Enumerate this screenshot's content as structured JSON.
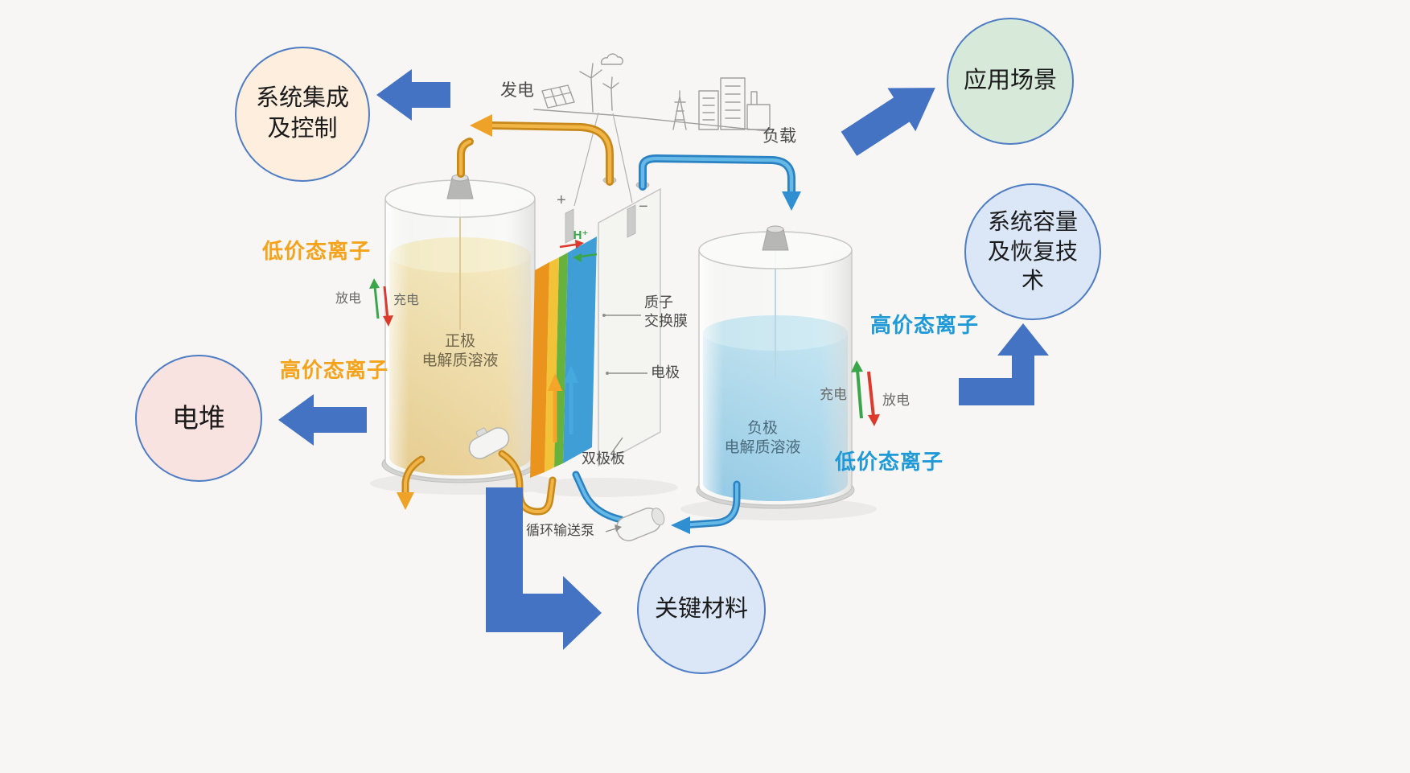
{
  "page": {
    "background": "#f7f6f4"
  },
  "colors": {
    "block_arrow_blue": "#4573c4",
    "bubble_border_blue": "#4f7dc4",
    "orange_label": "#f5a31b",
    "blue_label": "#1f9ad8",
    "charge_green": "#3aa64a",
    "discharge_red": "#dd3a2e",
    "pipe_orange": "#c8891a",
    "pipe_orange_light": "#f0b546",
    "pipe_blue": "#2a82c2",
    "pipe_blue_light": "#66b8e6",
    "electrolyte_yellow": "#e8c05a",
    "electrolyte_blue": "#62bce6"
  },
  "bubbles": [
    {
      "label": "系统集成\n及控制",
      "fill": "#fdeede"
    },
    {
      "label": "应用场景",
      "fill": "#d7eada"
    },
    {
      "label": "系统容量\n及恢复技\n术",
      "fill": "#dbe7f6"
    },
    {
      "label": "电堆",
      "fill": "#f9e3e0"
    },
    {
      "label": "关键材料",
      "fill": "#dbe7f6"
    }
  ],
  "diagram": {
    "power_generation": "发电",
    "load": "负载",
    "plus": "+",
    "minus": "−",
    "proton": "H⁺",
    "membrane": "质子\n交换膜",
    "electrode": "电极",
    "bipolar_plate": "双极板",
    "pump": "循环输送泵",
    "positive_tank": "正极\n电解质溶液",
    "negative_tank": "负极\n电解质溶液",
    "left_low_ion": "低价态离子",
    "left_high_ion": "高价态离子",
    "right_high_ion": "高价态离子",
    "right_low_ion": "低价态离子",
    "left_discharge": "放电",
    "left_charge": "充电",
    "right_charge": "充电",
    "right_discharge": "放电"
  }
}
